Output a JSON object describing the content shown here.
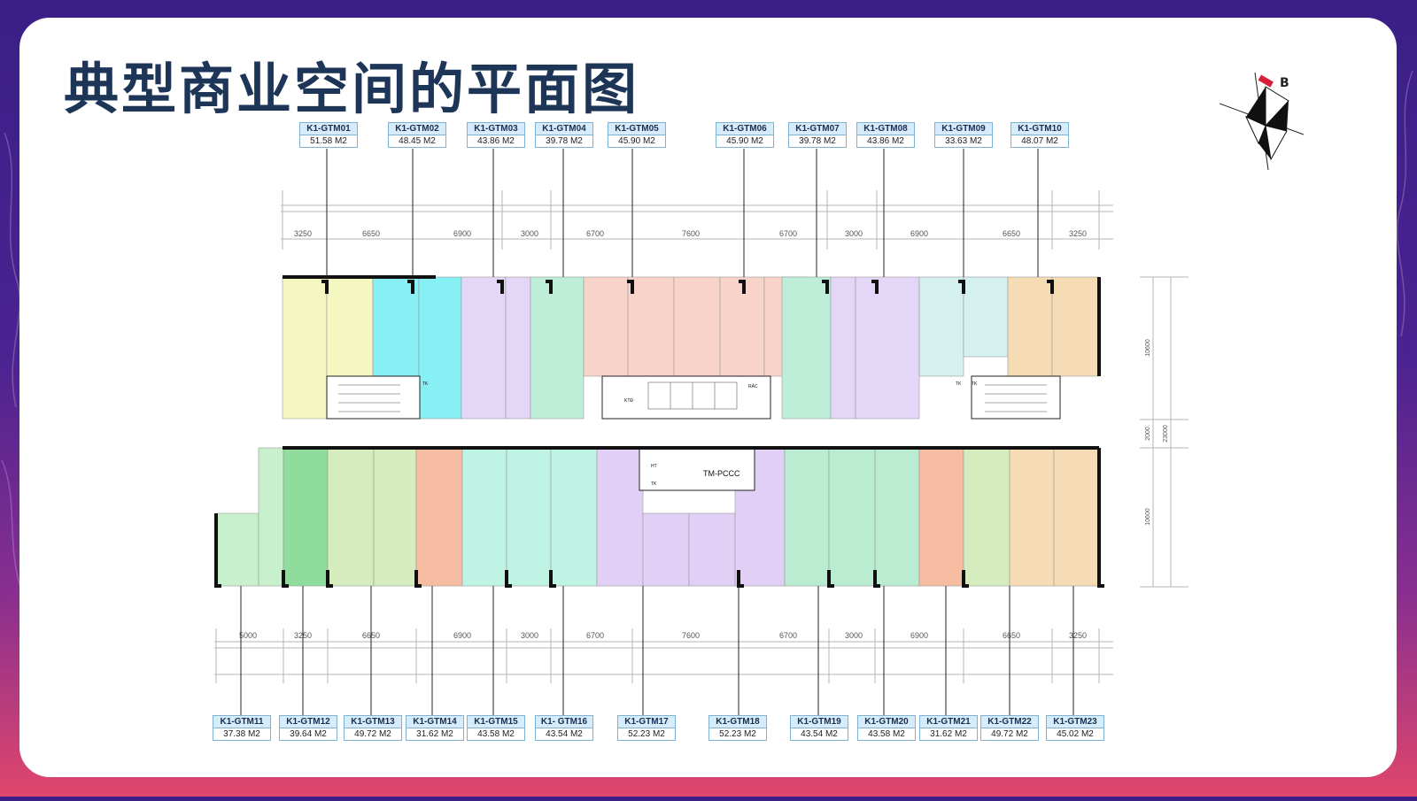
{
  "slide": {
    "title": "典型商业空间的平面图",
    "logo_icon": "compass-star-logo-b",
    "logo_letter": "B"
  },
  "plan": {
    "top_units": [
      {
        "code": "K1-GTM01",
        "area": "51.58 M2"
      },
      {
        "code": "K1-GTM02",
        "area": "48.45 M2"
      },
      {
        "code": "K1-GTM03",
        "area": "43.86 M2"
      },
      {
        "code": "K1-GTM04",
        "area": "39.78 M2"
      },
      {
        "code": "K1-GTM05",
        "area": "45.90 M2"
      },
      {
        "code": "K1-GTM06",
        "area": "45.90 M2"
      },
      {
        "code": "K1-GTM07",
        "area": "39.78 M2"
      },
      {
        "code": "K1-GTM08",
        "area": "43.86 M2"
      },
      {
        "code": "K1-GTM09",
        "area": "33.63 M2"
      },
      {
        "code": "K1-GTM10",
        "area": "48.07 M2"
      }
    ],
    "bottom_units": [
      {
        "code": "K1-GTM11",
        "area": "37.38 M2"
      },
      {
        "code": "K1-GTM12",
        "area": "39.64 M2"
      },
      {
        "code": "K1-GTM13",
        "area": "49.72 M2"
      },
      {
        "code": "K1-GTM14",
        "area": "31.62 M2"
      },
      {
        "code": "K1-GTM15",
        "area": "43.58 M2"
      },
      {
        "code": "K1- GTM16",
        "area": "43.54 M2"
      },
      {
        "code": "K1-GTM17",
        "area": "52.23 M2"
      },
      {
        "code": "K1-GTM18",
        "area": "52.23 M2"
      },
      {
        "code": "K1-GTM19",
        "area": "43.54 M2"
      },
      {
        "code": "K1-GTM20",
        "area": "43.58 M2"
      },
      {
        "code": "K1-GTM21",
        "area": "31.62 M2"
      },
      {
        "code": "K1-GTM22",
        "area": "49.72 M2"
      },
      {
        "code": "K1-GTM23",
        "area": "45.02 M2"
      }
    ],
    "top_dims": [
      "3250",
      "6650",
      "6900",
      "3000",
      "6700",
      "7600",
      "6700",
      "3000",
      "6900",
      "6650",
      "3250"
    ],
    "bottom_dims": [
      "5000",
      "3250",
      "6650",
      "6900",
      "3000",
      "6700",
      "7600",
      "6700",
      "3000",
      "6900",
      "6650",
      "3250"
    ],
    "right_dims": [
      "10600",
      "2000",
      "10600",
      "23000"
    ],
    "room_tags": [
      "TM-PCCC",
      "KTĐ",
      "RÁC",
      "TK",
      "TK",
      "TK",
      "HT",
      "TK"
    ],
    "colors": {
      "yellow": "#f5f7c0",
      "cyan": "#86f0f5",
      "lavender": "#e4d6f7",
      "mint": "#bfeed8",
      "peach": "#f8d3c9",
      "aqua": "#d5f1ef",
      "tan": "#f6dcb4",
      "green_light": "#c9f0cc",
      "green_mid": "#8fdc9c",
      "lime": "#d5ecbe",
      "salmon": "#f7bda3",
      "mint2": "#bff4e4",
      "lavender2": "#e1cff5",
      "green2": "#b9ecd0",
      "wall": "#222222",
      "label_bg": "#d7ecfa",
      "label_border": "#7fb3d5"
    }
  }
}
